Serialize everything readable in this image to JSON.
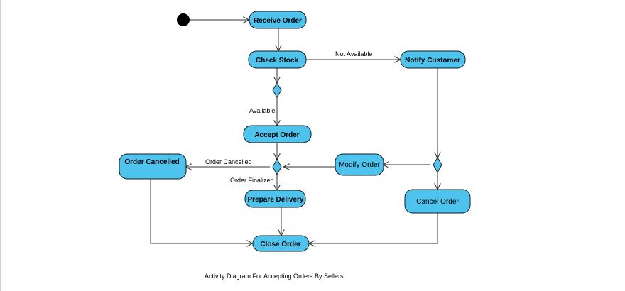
{
  "nodes": {
    "receive_order": "Receive Order",
    "check_stock": "Check Stock",
    "notify_customer": "Notify Customer",
    "accept_order": "Accept Order",
    "order_cancelled": "Order Cancelled",
    "modify_order": "Modify Order",
    "prepare_delivery": "Prepare Delivery",
    "cancel_order": "Cancel Order",
    "close_order": "Close Order"
  },
  "edges": {
    "not_available": "Not Available",
    "available": "Available",
    "order_cancelled": "Order Cancelled",
    "order_finalized": "Order Finalized"
  },
  "caption": "Activity Diagram For Accepting Orders By Sellers",
  "colors": {
    "node_fill": "#4dc3ee",
    "stroke": "#1a1a1a"
  }
}
